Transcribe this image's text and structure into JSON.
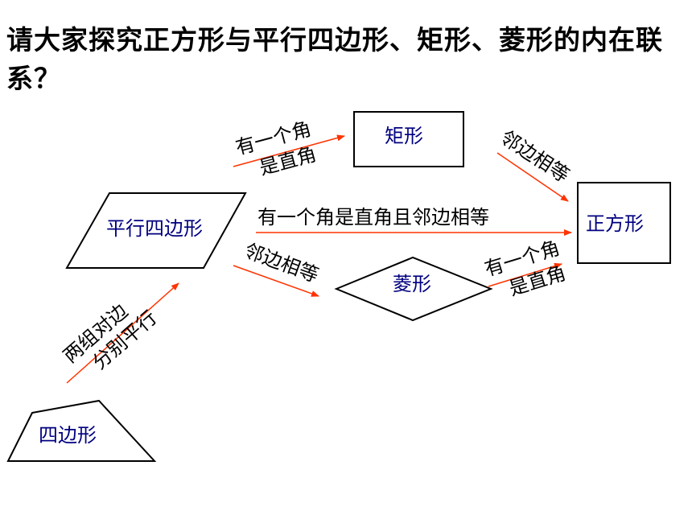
{
  "title": "请大家探究正方形与平行四边形、矩形、菱形的内在联系？",
  "colors": {
    "node_text": "#000080",
    "arrow": "#ff3300",
    "shape_stroke": "#000000",
    "label_text": "#000000"
  },
  "nodes": {
    "quadrilateral": "四边形",
    "parallelogram": "平行四边形",
    "rectangle": "矩形",
    "rhombus": "菱形",
    "square": "正方形"
  },
  "edges": {
    "quad_to_para": {
      "line1": "两组对边",
      "line2": "分别平行"
    },
    "para_to_rect": {
      "line1": "有一个角",
      "line2": "是直角"
    },
    "para_to_square": {
      "label": "有一个角是直角且邻边相等"
    },
    "para_to_rhombus": {
      "label": "邻边相等"
    },
    "rect_to_square": {
      "label": "邻边相等"
    },
    "rhombus_to_square": {
      "line1": "有一个角",
      "line2": "是直角"
    }
  }
}
